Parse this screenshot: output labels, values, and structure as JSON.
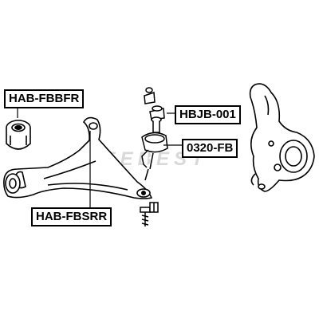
{
  "watermark_text": "FEBEST",
  "part_labels": {
    "front_bushing": "HAB-FBBFR",
    "ball_joint_boot": "HBJB-001",
    "ball_joint": "0320-FB",
    "rear_bushing": "HAB-FBSRR"
  },
  "icons": [
    "bushing-icon",
    "control-arm-icon",
    "ball-joint-icon",
    "boot-icon",
    "knuckle-icon",
    "bolt-icon",
    "nut-icon"
  ],
  "colors": {
    "line": "#000000",
    "fill": "#ffffff",
    "watermark": "#d9d9d9"
  }
}
